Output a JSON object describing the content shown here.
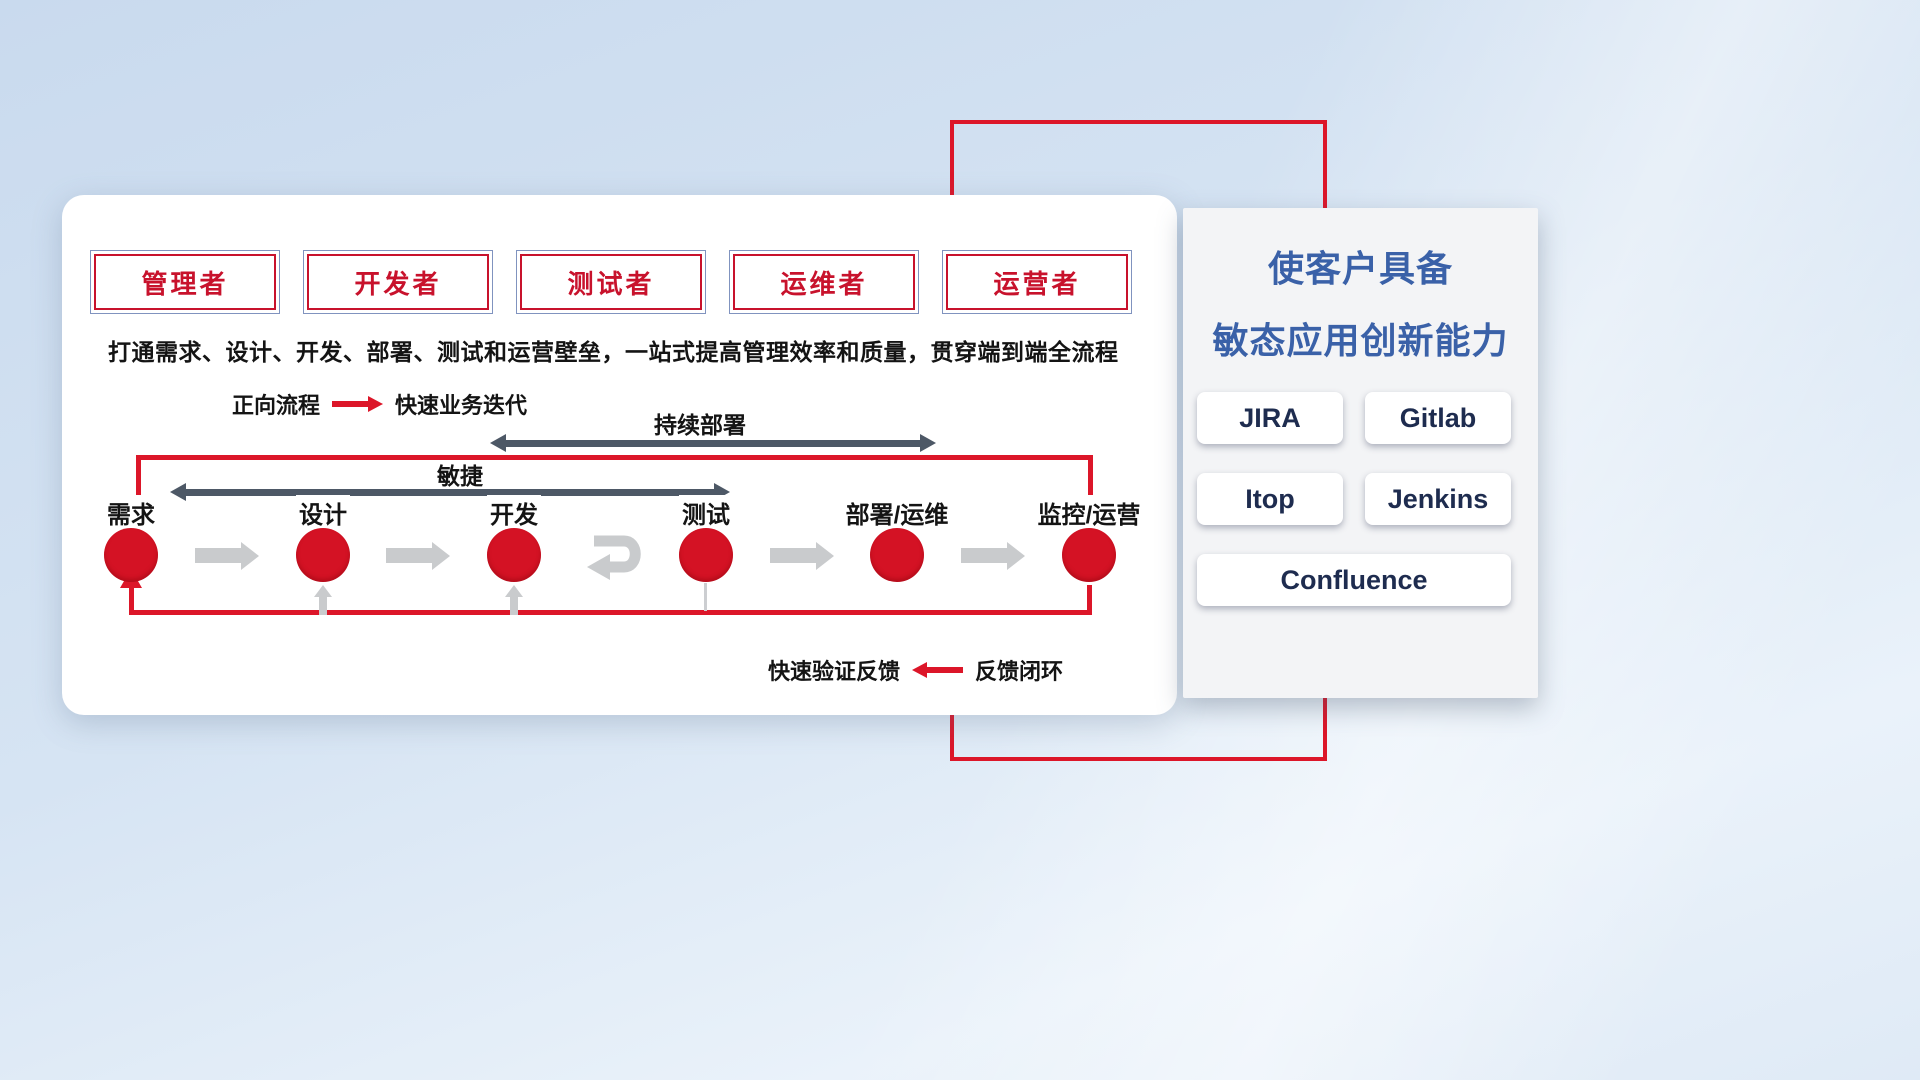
{
  "personas": [
    "管理者",
    "开发者",
    "测试者",
    "运维者",
    "运营者"
  ],
  "description": "打通需求、设计、开发、部署、测试和运营壁垒，一站式提高管理效率和质量，贯穿端到端全流程",
  "forward_legend": {
    "label": "正向流程",
    "caption": "快速业务迭代"
  },
  "span_arrows": {
    "continuous_deployment": "持续部署",
    "agile": "敏捷"
  },
  "flow": {
    "nodes": [
      "需求",
      "设计",
      "开发",
      "测试",
      "部署/运维",
      "监控/运营"
    ]
  },
  "feedback_legend": {
    "label": "快速验证反馈",
    "caption": "反馈闭环"
  },
  "side_panel": {
    "title_line1": "使客户具备",
    "title_line2": "敏态应用创新能力",
    "tools": [
      "JIRA",
      "Gitlab",
      "Itop",
      "Jenkins",
      "Confluence"
    ]
  },
  "colors": {
    "accent_red": "#dc1629",
    "title_blue": "#3a61a8",
    "dark_arrow": "#4d5866",
    "gray_arrow": "#c9cbcd"
  }
}
